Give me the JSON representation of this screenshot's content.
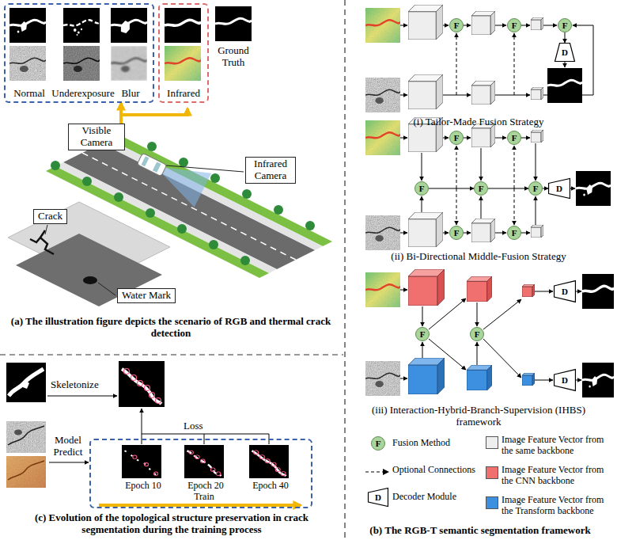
{
  "diagram": {
    "nodes": [
      {
        "text": [
          "Normal",
          "Underexposure",
          "Blur"
        ]
      },
      {
        "text": [
          "Infrared"
        ]
      },
      {
        "text": [
          "Visible Camera"
        ]
      },
      {
        "text": [
          "Infrared Camera"
        ]
      },
      {
        "text": [
          "Crack"
        ]
      },
      {
        "text": [
          "Water Mark"
        ]
      },
      {
        "text": [
          "F"
        ]
      },
      {
        "text": [
          "F"
        ]
      },
      {
        "text": [
          "F"
        ]
      },
      {
        "text": [
          "D"
        ]
      },
      {
        "text": [
          "F"
        ]
      },
      {
        "text": [
          "F"
        ]
      },
      {
        "text": [
          "F"
        ]
      },
      {
        "text": [
          "F"
        ]
      },
      {
        "text": [
          "F"
        ]
      },
      {
        "text": [
          "D"
        ]
      },
      {
        "text": [
          "F"
        ]
      },
      {
        "text": [
          "F"
        ]
      },
      {
        "text": [
          "F"
        ]
      },
      {
        "text": [
          "F"
        ]
      },
      {
        "text": [
          "D"
        ]
      },
      {
        "text": [
          "D"
        ]
      },
      {
        "text": [
          "Epoch 10",
          "Epoch 20",
          "Epoch 40"
        ]
      }
    ],
    "edges": [
      {
        "from": 2,
        "to": 0,
        "arrow": "to"
      },
      {
        "from": 8,
        "to": 9,
        "arrow": "to"
      },
      {
        "from": 12,
        "to": 13,
        "arrow": "to"
      },
      {
        "from": 13,
        "to": 14,
        "arrow": "to"
      },
      {
        "from": 14,
        "to": 15,
        "arrow": "to"
      }
    ],
    "labels": [
      "Ground Truth",
      "(a) The illustration figure depicts the scenario of RGB and thermal crack detection",
      "(i) Tailor-Made Fusion Strategy",
      "(ii) Bi-Directional Middle-Fusion Strategy",
      "(iii) Interaction-Hybrid-Branch-Supervision (IHBS) framework",
      "F",
      "D",
      "(b) The RGB-T semantic segmentation framework",
      "Skeletonize",
      "Loss",
      "Model Predict",
      "Train",
      "(c) Evolution of the topological structure preservation in crack segmentation during the training process"
    ],
    "legend": [
      {
        "text": "Fusion Method"
      },
      {
        "text": "Optional Connections"
      },
      {
        "text": "Decoder Module"
      },
      {
        "text": "Image Feature Vector from the same backbone",
        "color": "#eeeeee"
      },
      {
        "text": "Image Feature Vector from the CNN backbone",
        "color": "#f07070"
      },
      {
        "text": "Image Feature Vector from the Transform backbone",
        "color": "#3d8fe0"
      }
    ]
  }
}
